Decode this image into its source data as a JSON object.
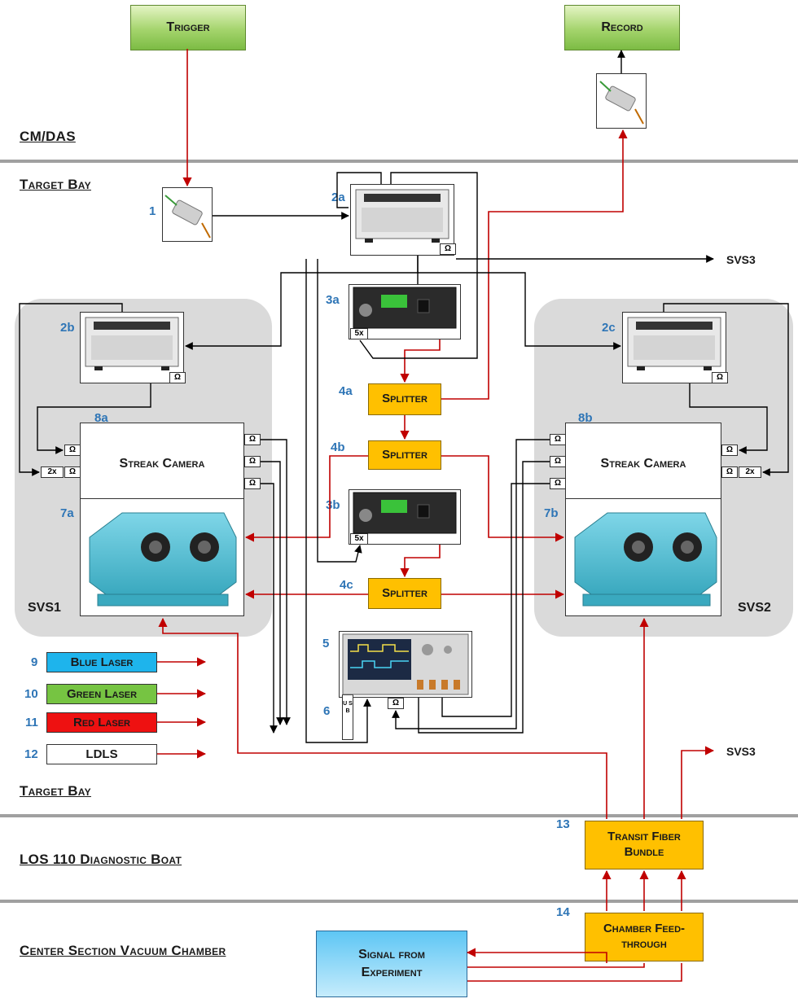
{
  "zones": {
    "cm_das": "CM/DAS",
    "target_bay_top": "Target Bay",
    "target_bay_bottom": "Target Bay",
    "diagnostic_boat": "LOS 110 Diagnostic Boat",
    "vacuum_chamber": "Center Section Vacuum Chamber"
  },
  "top_boxes": {
    "trigger": "Trigger",
    "record": "Record"
  },
  "labels": {
    "n1": "1",
    "n2a": "2a",
    "n2b": "2b",
    "n2c": "2c",
    "n3a": "3a",
    "n3b": "3b",
    "n4a": "4a",
    "n4b": "4b",
    "n4c": "4c",
    "n5": "5",
    "n6": "6",
    "n7a": "7a",
    "n7b": "7b",
    "n8a": "8a",
    "n8b": "8b",
    "n9": "9",
    "n10": "10",
    "n11": "11",
    "n12": "12",
    "n13": "13",
    "n14": "14"
  },
  "splitters": {
    "s4a": "Splitter",
    "s4b": "Splitter",
    "s4c": "Splitter"
  },
  "cameras": {
    "left_title": "Streak Camera",
    "right_title": "Streak Camera",
    "svs1": "SVS1",
    "svs2": "SVS2"
  },
  "connectors": {
    "ohm": "Ω",
    "x2": "2x",
    "x5": "5x",
    "usb": "U S B"
  },
  "external": {
    "svs3_top": "SVS3",
    "svs3_bottom": "SVS3"
  },
  "lasers": [
    {
      "num": "9",
      "label": "Blue Laser",
      "color": "#1eb4ec"
    },
    {
      "num": "10",
      "label": "Green Laser",
      "color": "#76c442"
    },
    {
      "num": "11",
      "label": "Red Laser",
      "color": "#ee1111"
    },
    {
      "num": "12",
      "label": "LDLS",
      "color": "#ffffff"
    }
  ],
  "fiber": {
    "transit": "Transit Fiber Bundle",
    "feedthrough": "Chamber Feed-through",
    "signal": "Signal from Experiment"
  },
  "colors": {
    "signal_line": "#c00000",
    "timing_line": "#000000",
    "orange_box": "#ffc000",
    "number_blue": "#2e75b6",
    "svs_bg": "#dadada"
  }
}
